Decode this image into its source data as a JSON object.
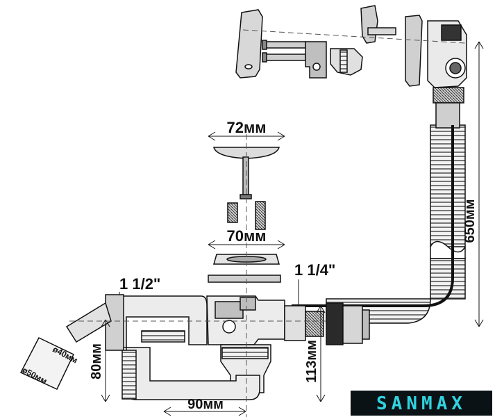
{
  "dimensions": {
    "cap_diameter": "72мм",
    "strainer_diameter": "70мм",
    "height_total": "650мм",
    "outlet_thread": "1 1/4\"",
    "trap_thread": "1 1/2\"",
    "outlet_height": "113мм",
    "trap_height": "80мм",
    "trap_offset": "90мм",
    "pipe_d40": "ø40мм",
    "pipe_d50": "ø50мм"
  },
  "brand": {
    "name": "SANMAX",
    "accent_color": "#2fd3e0",
    "dark_color": "#0b1216"
  },
  "colors": {
    "line": "#111111",
    "fill_light": "#e6e6e6",
    "fill_mid": "#bdbdbd",
    "fill_dark": "#555555"
  }
}
